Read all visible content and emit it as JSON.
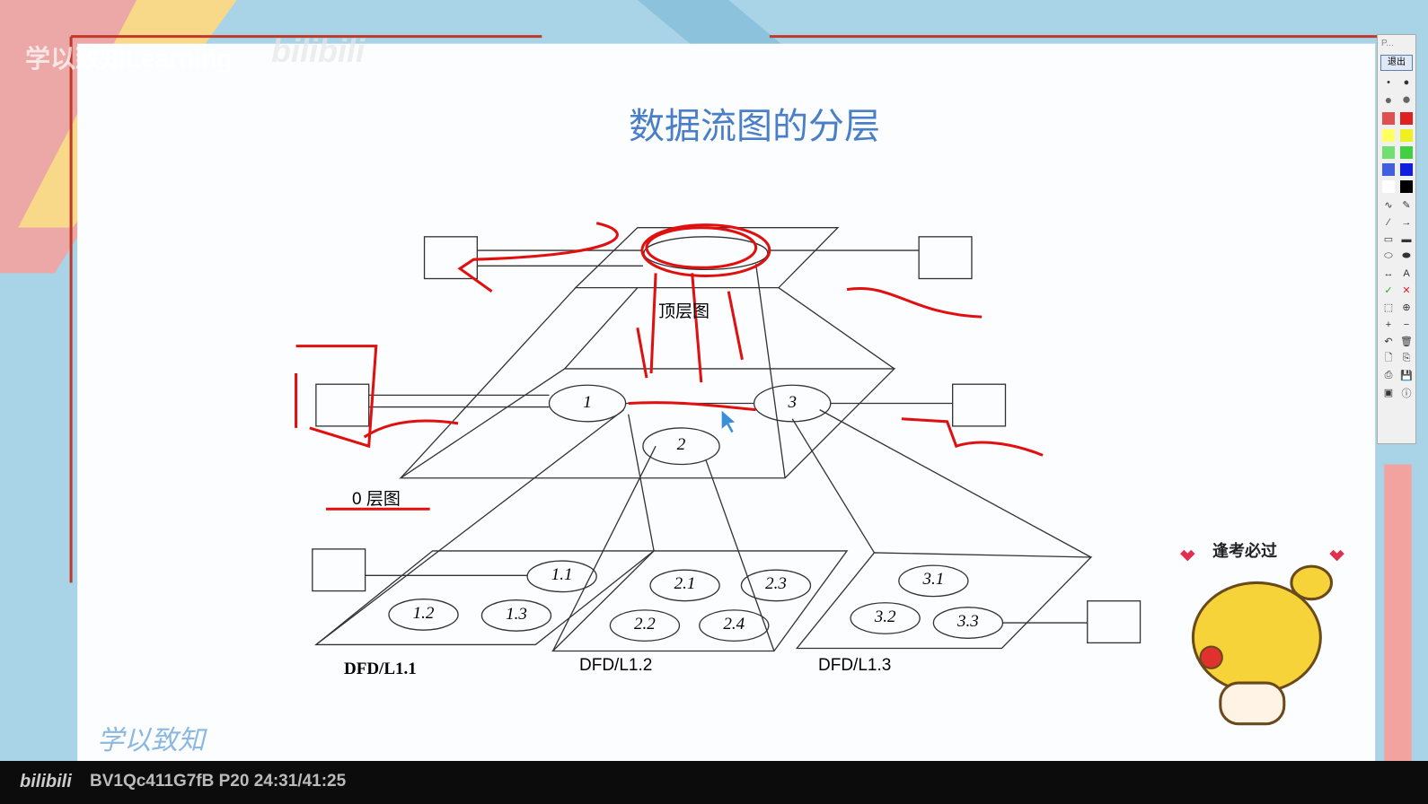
{
  "slide": {
    "title": "数据流图的分层",
    "watermark": "学以致知Learning",
    "platform_logo": "bilibili",
    "signature": "学以致知",
    "sticker_text": "逢考必过"
  },
  "diagram": {
    "top_label": "顶层图",
    "level0_label": "0 层图",
    "process_labels": [
      "1",
      "2",
      "3",
      "1.1",
      "1.2",
      "1.3",
      "2.1",
      "2.2",
      "2.3",
      "2.4",
      "3.1",
      "3.2",
      "3.3"
    ],
    "sub_labels": [
      "DFD/L1.1",
      "DFD/L1.2",
      "DFD/L1.3"
    ]
  },
  "toolbar": {
    "title": "P...",
    "exit_label": "退出",
    "colors": [
      "#e05050",
      "#e02020",
      "#ffff60",
      "#f0f020",
      "#70e070",
      "#40d040",
      "#4060e0",
      "#1020e0",
      "#ffffff",
      "#000000"
    ],
    "tools": [
      "pen-icon",
      "eraser-icon",
      "line-icon",
      "arrow-icon",
      "rect-icon",
      "filled-rect-icon",
      "ellipse-icon",
      "filled-ellipse-icon",
      "double-arrow-icon",
      "text-icon",
      "check-icon",
      "cross-icon",
      "crop-icon",
      "zoom-icon",
      "plus-icon",
      "minus-icon",
      "undo-icon",
      "trash-icon",
      "new-page-icon",
      "copy-icon",
      "print-icon",
      "save-icon",
      "screen-icon",
      "info-icon"
    ],
    "text_tool": "A"
  },
  "player": {
    "logo": "bilibili",
    "video_info": "BV1Qc411G7fB P20 24:31/41:25"
  }
}
